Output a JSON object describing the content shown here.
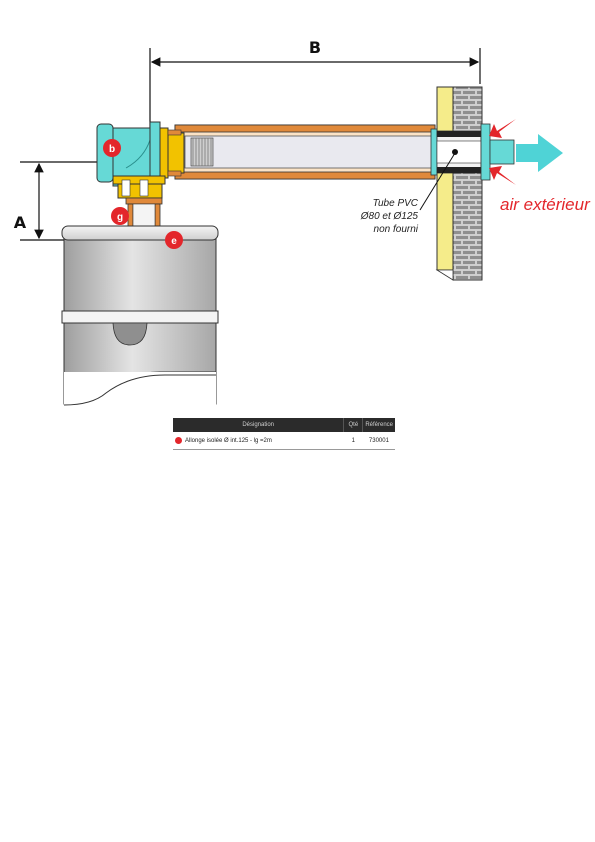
{
  "labels": {
    "dim_a": "A",
    "dim_b": "B",
    "badge_b": "b",
    "badge_g": "g",
    "badge_e": "e",
    "tube_line1": "Tube PVC",
    "tube_line2": "Ø80 et Ø125",
    "tube_line3": "non fourni",
    "air": "air extérieur"
  },
  "colors": {
    "accent_red": "#e3262b",
    "air_cyan": "#4fd3d6",
    "fitting_cyan": "#66d9d6",
    "copper": "#e0893a",
    "brass": "#f2c200",
    "wall_yellow": "#f5ec8a",
    "brick": "#9a9a9a",
    "boiler_grey": "#bdbdbd"
  },
  "table": {
    "headers": [
      "Désignation",
      "Qté",
      "Référence"
    ],
    "rows": [
      {
        "marker": "e",
        "designation": "Allonge isolée Ø int.125 - lg =2m",
        "qty": "1",
        "reference": "730001"
      }
    ]
  }
}
